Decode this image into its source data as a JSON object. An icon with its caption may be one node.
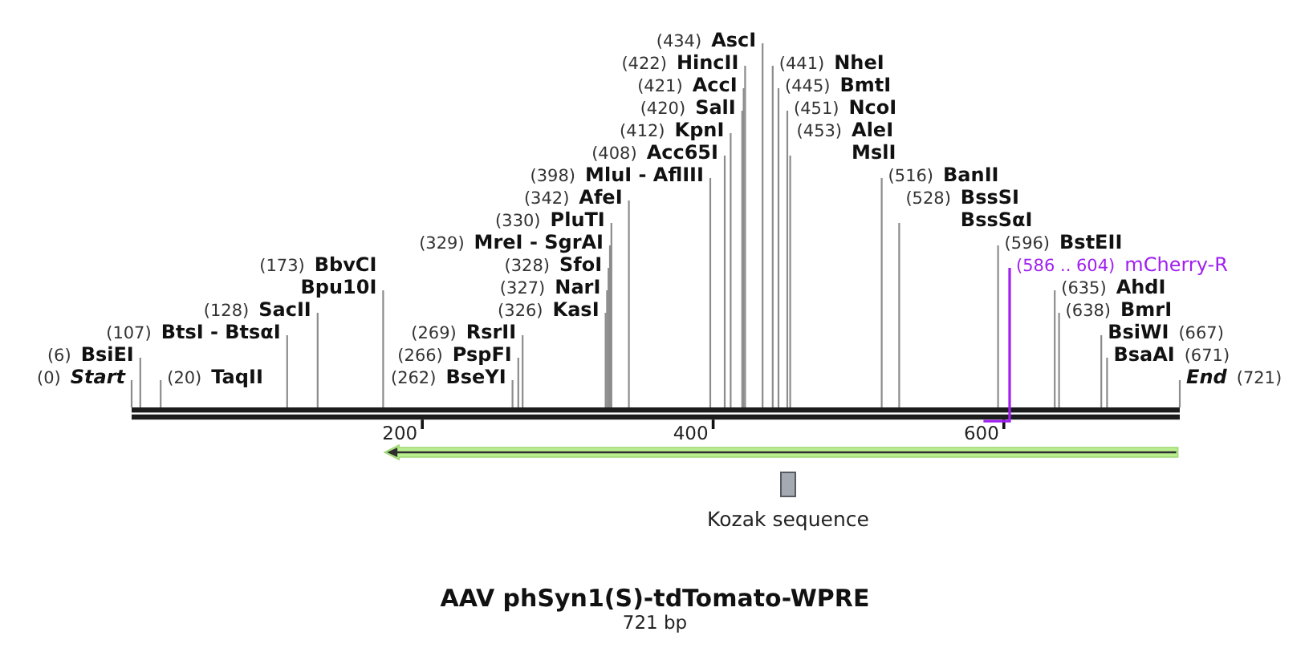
{
  "diagram": {
    "title": "AAV phSyn1(S)-tdTomato-WPRE",
    "nodes": [
      {
        "text": [
          "(330)",
          "PluTI"
        ]
      },
      {
        "text": [
          "(453)",
          "AleI",
          "MslI"
        ]
      },
      {
        "text": [
          "(329)",
          "MreI - SgrAI"
        ]
      },
      {
        "text": [
          "(328)",
          "SfoI"
        ]
      },
      {
        "text": [
          "(451)",
          "NcoI"
        ]
      },
      {
        "text": [
          "(327)",
          "NarI"
        ]
      },
      {
        "text": [
          "(445)",
          "BmtI"
        ]
      },
      {
        "text": [
          "(326)",
          "KasI"
        ]
      },
      {
        "text": [
          "(441)",
          "NheI"
        ]
      },
      {
        "text": [
          "(638)",
          "BmrI"
        ]
      },
      {
        "text": [
          "(434)",
          "AscI"
        ]
      },
      {
        "text": [
          "(635)",
          "AhdI"
        ]
      },
      {
        "text": [
          "(269)",
          "RsrII"
        ]
      },
      {
        "text": [
          "(422)",
          "HincII"
        ]
      },
      {
        "text": [
          "(266)",
          "PspFI"
        ]
      },
      {
        "text": [
          "(586 .. 604)",
          "mCherry-R"
        ]
      },
      {
        "text": [
          "(421)",
          "AccI"
        ]
      },
      {
        "text": [
          "(262)",
          "BseYI"
        ]
      },
      {
        "text": [
          "(420)",
          "SalI"
        ]
      },
      {
        "text": [
          "(596)",
          "BstEII"
        ]
      },
      {
        "text": [
          "(107)",
          "BtsI - BtsαI"
        ]
      },
      {
        "text": [
          "(412)",
          "KpnI"
        ]
      },
      {
        "text": [
          "(173)",
          "BbvCI",
          "Bpu10I"
        ]
      },
      {
        "text": [
          "(408)",
          "Acc65I"
        ]
      },
      {
        "text": [
          "BsiWI",
          "(667)"
        ]
      },
      {
        "text": [
          "(20)",
          "TaqII"
        ]
      },
      {
        "text": [
          "(528)",
          "BssSI",
          "BssSαI"
        ]
      },
      {
        "text": [
          "(398)",
          "MluI - AflIII"
        ]
      },
      {
        "text": [
          "BsaAI",
          "(671)"
        ]
      },
      {
        "text": [
          "(6)",
          "BsiEI"
        ]
      },
      {
        "text": [
          "(0)",
          "Start"
        ]
      },
      {
        "text": [
          "(128)",
          "SacII"
        ]
      },
      {
        "text": [
          "(342)",
          "AfeI"
        ]
      },
      {
        "text": [
          "(516)",
          "BanII"
        ]
      },
      {
        "text": [
          "End",
          "(721)"
        ]
      },
      {
        "text": [],
        "shape": "bar"
      },
      {
        "text": [],
        "shape": "bar"
      },
      {
        "text": [
          "Kozak sequence"
        ]
      }
    ],
    "edges": [
      {
        "from": 0,
        "to": 35,
        "arrow": "none"
      },
      {
        "from": 1,
        "to": 35,
        "arrow": "none"
      },
      {
        "from": 2,
        "to": 35,
        "arrow": "none"
      },
      {
        "from": 3,
        "to": 35,
        "arrow": "none"
      },
      {
        "from": 4,
        "to": 35,
        "arrow": "none"
      },
      {
        "from": 5,
        "to": 35,
        "arrow": "none"
      },
      {
        "from": 6,
        "to": 35,
        "arrow": "none"
      },
      {
        "from": 7,
        "to": 35,
        "arrow": "none"
      },
      {
        "from": 8,
        "to": 35,
        "arrow": "none"
      },
      {
        "from": 9,
        "to": 35,
        "arrow": "none"
      },
      {
        "from": 10,
        "to": 35,
        "arrow": "none"
      },
      {
        "from": 11,
        "to": 35,
        "arrow": "none"
      },
      {
        "from": 12,
        "to": 35,
        "arrow": "none"
      },
      {
        "from": 13,
        "to": 35,
        "arrow": "none"
      },
      {
        "from": 14,
        "to": 35,
        "arrow": "none"
      },
      {
        "from": 15,
        "to": 35,
        "arrow": "none",
        "color": "#a020f0"
      },
      {
        "from": 16,
        "to": 35,
        "arrow": "none"
      },
      {
        "from": 17,
        "to": 35,
        "arrow": "none"
      },
      {
        "from": 18,
        "to": 35,
        "arrow": "none"
      },
      {
        "from": 19,
        "to": 35,
        "arrow": "none"
      },
      {
        "from": 20,
        "to": 35,
        "arrow": "none"
      },
      {
        "from": 21,
        "to": 35,
        "arrow": "none"
      },
      {
        "from": 22,
        "to": 35,
        "arrow": "none"
      },
      {
        "from": 23,
        "to": 35,
        "arrow": "none"
      },
      {
        "from": 24,
        "to": 35,
        "arrow": "none"
      },
      {
        "from": 25,
        "to": 35,
        "arrow": "none"
      },
      {
        "from": 26,
        "to": 35,
        "arrow": "none"
      },
      {
        "from": 27,
        "to": 35,
        "arrow": "none"
      },
      {
        "from": 28,
        "to": 35,
        "arrow": "none"
      },
      {
        "from": 29,
        "to": 35,
        "arrow": "none"
      },
      {
        "from": 30,
        "to": 35,
        "arrow": "none"
      },
      {
        "from": 31,
        "to": 35,
        "arrow": "none"
      },
      {
        "from": 32,
        "to": 35,
        "arrow": "none"
      },
      {
        "from": 33,
        "to": 35,
        "arrow": "none"
      },
      {
        "from": 34,
        "to": 35,
        "arrow": "none"
      }
    ],
    "labels": [
      "200",
      "400",
      "600",
      "721 bp"
    ]
  }
}
